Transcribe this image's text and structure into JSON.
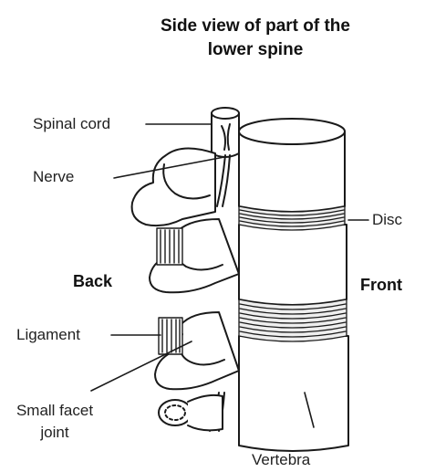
{
  "title": {
    "line1": "Side view of part of the",
    "line2": "lower spine"
  },
  "labels": {
    "spinal_cord": "Spinal cord",
    "nerve": "Nerve",
    "disc": "Disc",
    "back": "Back",
    "front": "Front",
    "ligament": "Ligament",
    "small_facet_joint_line1": "Small facet",
    "small_facet_joint_line2": "joint",
    "vertebra": "Vertebra"
  },
  "colors": {
    "line": "#1a1a1a",
    "fill": "#ffffff",
    "shade": "#555555"
  }
}
